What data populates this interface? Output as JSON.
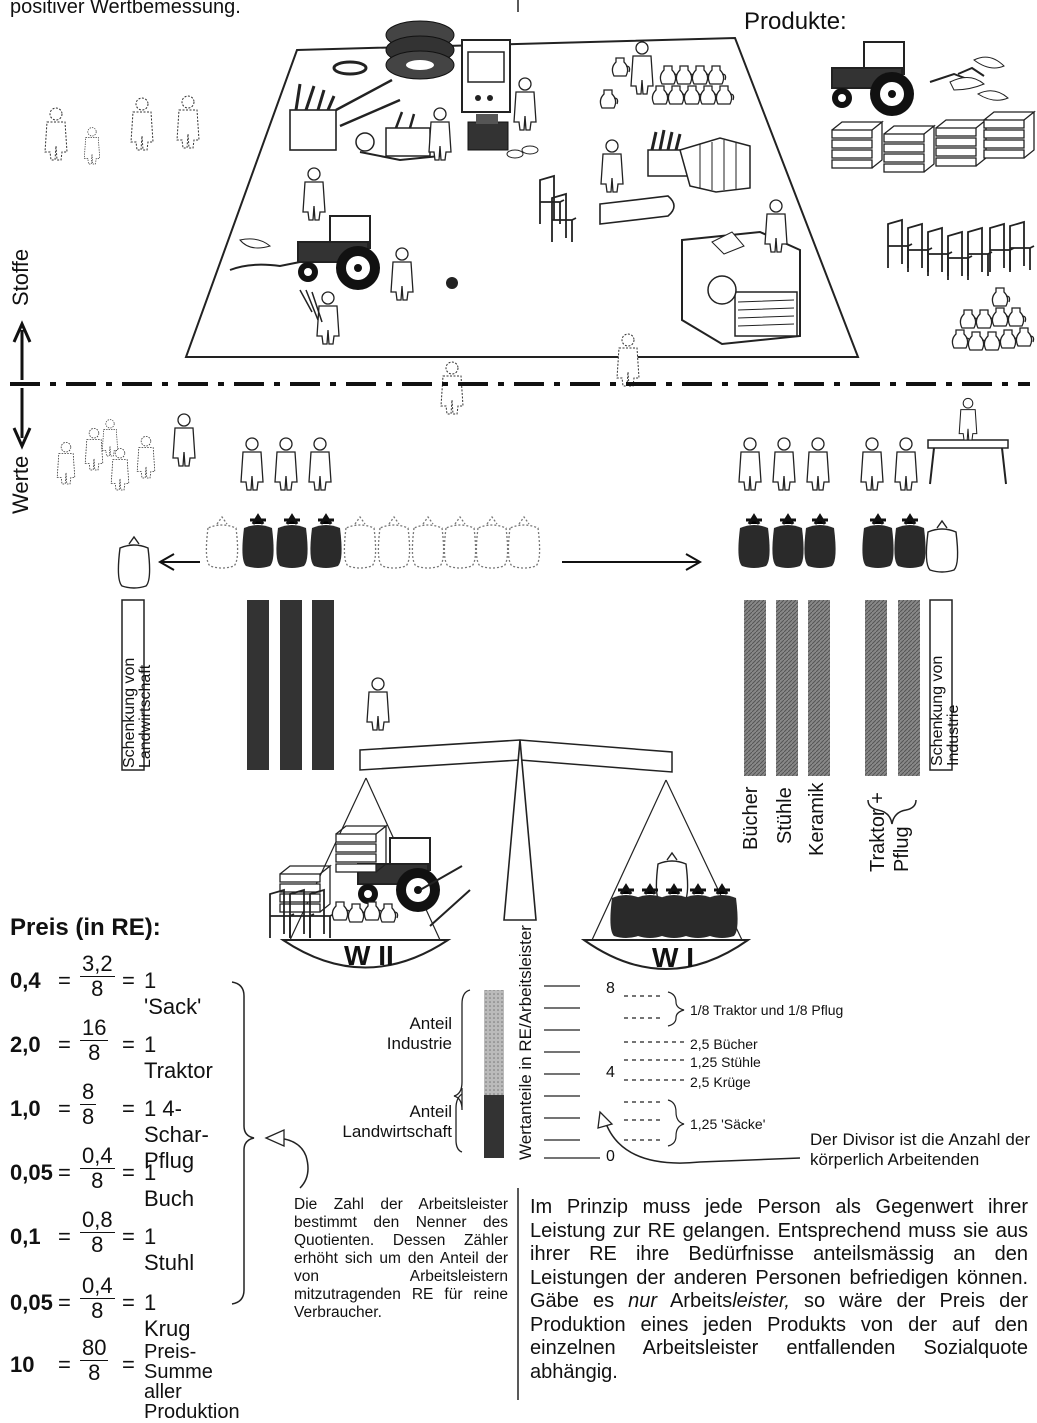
{
  "header": {
    "top_left": "positiver Wertbemessung.",
    "products_label": "Produkte:"
  },
  "axis": {
    "stoffe": "Stoffe",
    "werte": "Werte"
  },
  "donations": {
    "agriculture": "Schenkung von Landwirtschaft",
    "industry": "Schenkung von Industrie"
  },
  "product_labels": [
    "Bücher",
    "Stühle",
    "Keramik",
    "Traktor + Pflug"
  ],
  "scales": {
    "left": "W II",
    "right": "W I"
  },
  "price": {
    "heading": "Preis (in RE):",
    "rows": [
      {
        "value": "0,4",
        "num": "3,2",
        "den": "8",
        "item": "1 'Sack'"
      },
      {
        "value": "2,0",
        "num": "16",
        "den": "8",
        "item": "1 Traktor"
      },
      {
        "value": "1,0",
        "num": "8",
        "den": "8",
        "item": "1 4-Schar-Pflug"
      },
      {
        "value": "0,05",
        "num": "0,4",
        "den": "8",
        "item": "1 Buch"
      },
      {
        "value": "0,1",
        "num": "0,8",
        "den": "8",
        "item": "1 Stuhl"
      },
      {
        "value": "0,05",
        "num": "0,4",
        "den": "8",
        "item": "1 Krug"
      },
      {
        "value": "10",
        "num": "80",
        "den": "8",
        "item": "Preis-Summe",
        "item2": "aller Produktion"
      }
    ]
  },
  "gauge": {
    "axis_label": "Wertanteile in RE/Arbeitsleister",
    "anteil_industrie": "Anteil Industrie",
    "anteil_landwirtschaft": "Anteil Landwirtschaft",
    "ticks": [
      "8",
      "4",
      "0"
    ],
    "items": [
      "1/8 Traktor und 1/8 Pflug",
      "2,5 Bücher",
      "1,25 Stühle",
      "2,5 Krüge",
      "1,25 'Säcke'"
    ],
    "share_industry": 0.625,
    "share_agriculture": 0.375,
    "divisor_note": "Der Divisor ist die Anzahl der körperlich Arbeitenden"
  },
  "note_left": "Die Zahl der Arbeitsleister bestimmt den Nenner des Quotienten. Dessen Zähler erhöht sich um den Anteil der von Arbeitsleistern mitzutragenden RE für reine Verbraucher.",
  "paragraph": {
    "p1": "Im Prinzip muss jede Person als Gegenwert ihrer Leistung zur RE gelangen. Entsprechend muss sie aus ihrer RE ihre Bedürfnisse anteilsmässig an den Leistungen der anderen Personen befriedigen können. Gäbe es ",
    "em1": "nur",
    "p2": " Arbeits",
    "em2": "leister,",
    "p3": " so wäre der Preis der Produktion eines jeden Produkts von der auf den einzelnen Arbeitsleister entfallenden Sozialquote abhängig."
  }
}
